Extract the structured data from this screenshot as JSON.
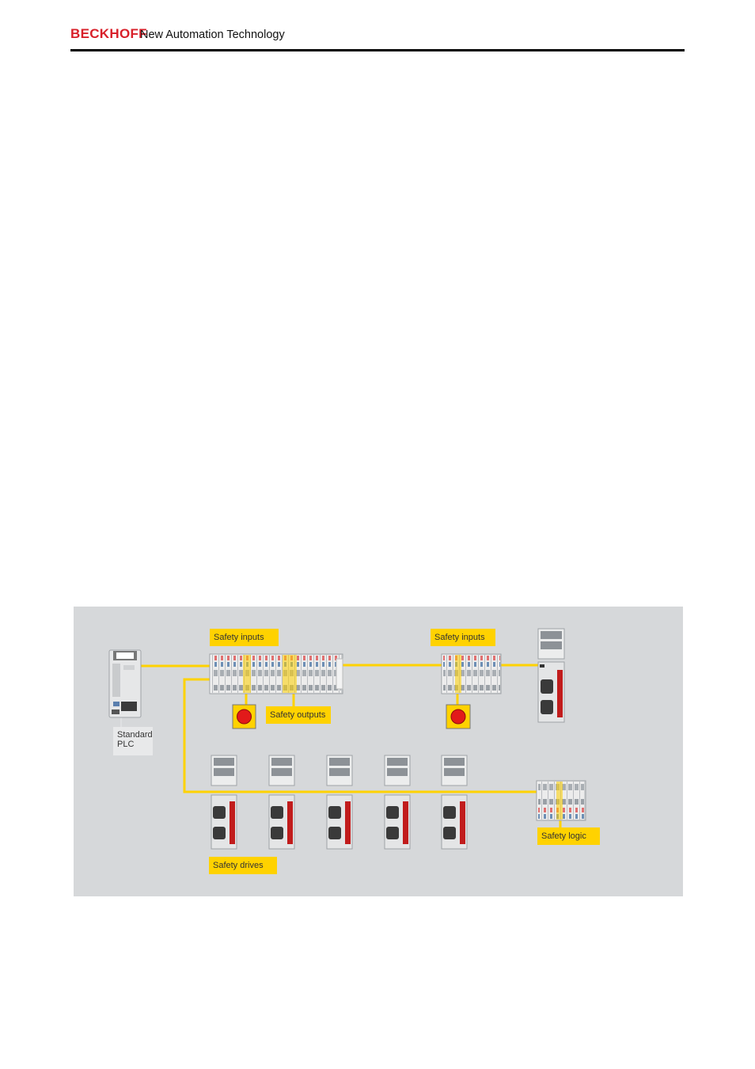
{
  "header": {
    "brand": "BECKHOFF",
    "tagline": "New Automation Technology",
    "brand_color": "#d8202a"
  },
  "figure": {
    "background": "#d6d8da",
    "network_line_color": "#ffd200",
    "labels": {
      "safety_inputs_1": "Safety inputs",
      "safety_inputs_2": "Safety inputs",
      "safety_outputs": "Safety outputs",
      "standard_plc": "Standard\nPLC",
      "safety_drives": "Safety drives",
      "safety_logic": "Safety logic"
    },
    "icons": [
      "plc-icon",
      "io-terminal-icon",
      "emergency-stop-icon",
      "servo-drive-icon"
    ]
  }
}
